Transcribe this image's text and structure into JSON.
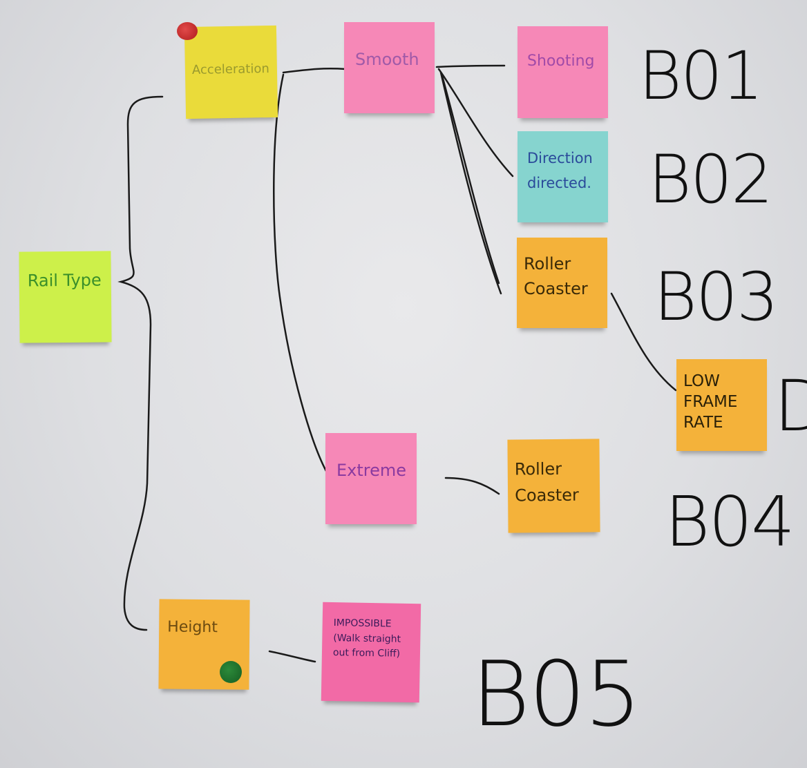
{
  "notes": {
    "rail_type": "Rail Type",
    "acceleration": "Acceleration",
    "height": "Height",
    "smooth": "Smooth",
    "extreme": "Extreme",
    "shooting": "Shooting",
    "direction": "Direction directed.",
    "roller_coaster_1": "Roller Coaster",
    "roller_coaster_2": "Roller Coaster",
    "low_frame_rate": "LOW FRAME RATE",
    "impossible": "IMPOSSIBLE (Walk straight out from Cliff)"
  },
  "codes": {
    "b01": "B01",
    "b02": "B02",
    "b03": "B03",
    "d": "D",
    "b04": "B04",
    "b05": "B05"
  },
  "colors": {
    "lime": "#cdf04a",
    "yellow": "#eadb3a",
    "pink": "#f688b7",
    "hotpink": "#f26aa6",
    "cyan": "#86d4cf",
    "orange": "#f4b23a",
    "marker": "#111111",
    "pin": "#c92828",
    "dot": "#1f7a2e"
  }
}
